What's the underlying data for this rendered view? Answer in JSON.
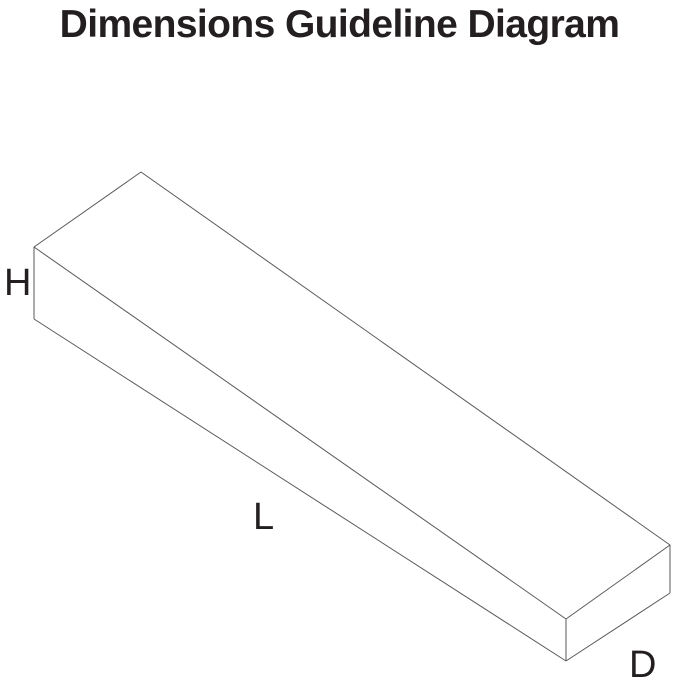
{
  "title": "Dimensions Guideline Diagram",
  "diagram": {
    "height_label": "H",
    "length_label": "L",
    "depth_label": "D"
  },
  "colors": {
    "line": "#58595b",
    "text": "#231f20",
    "background": "#ffffff"
  }
}
